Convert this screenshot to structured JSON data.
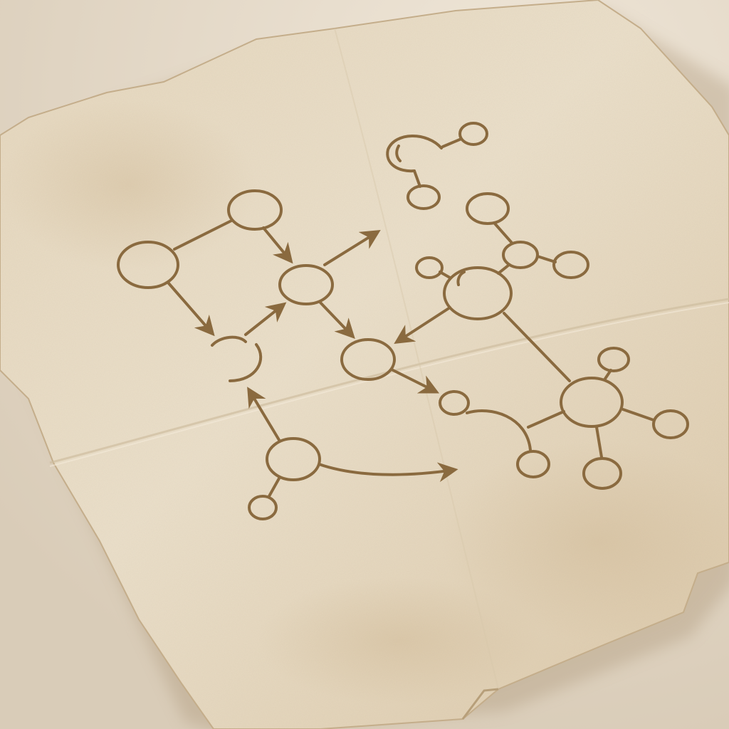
{
  "scene": {
    "description_free": true,
    "colors": {
      "table": "#e8ddcd",
      "table_shadow": "#d4c7b3",
      "paper_light": "#ece1cd",
      "paper_mid": "#e2d4bb",
      "paper_dark": "#cdb99a",
      "ink": "#8a6a3f",
      "ink_dark": "#7a5b33"
    },
    "icons": [
      "node-circle",
      "arrow-head",
      "edge-line"
    ]
  }
}
